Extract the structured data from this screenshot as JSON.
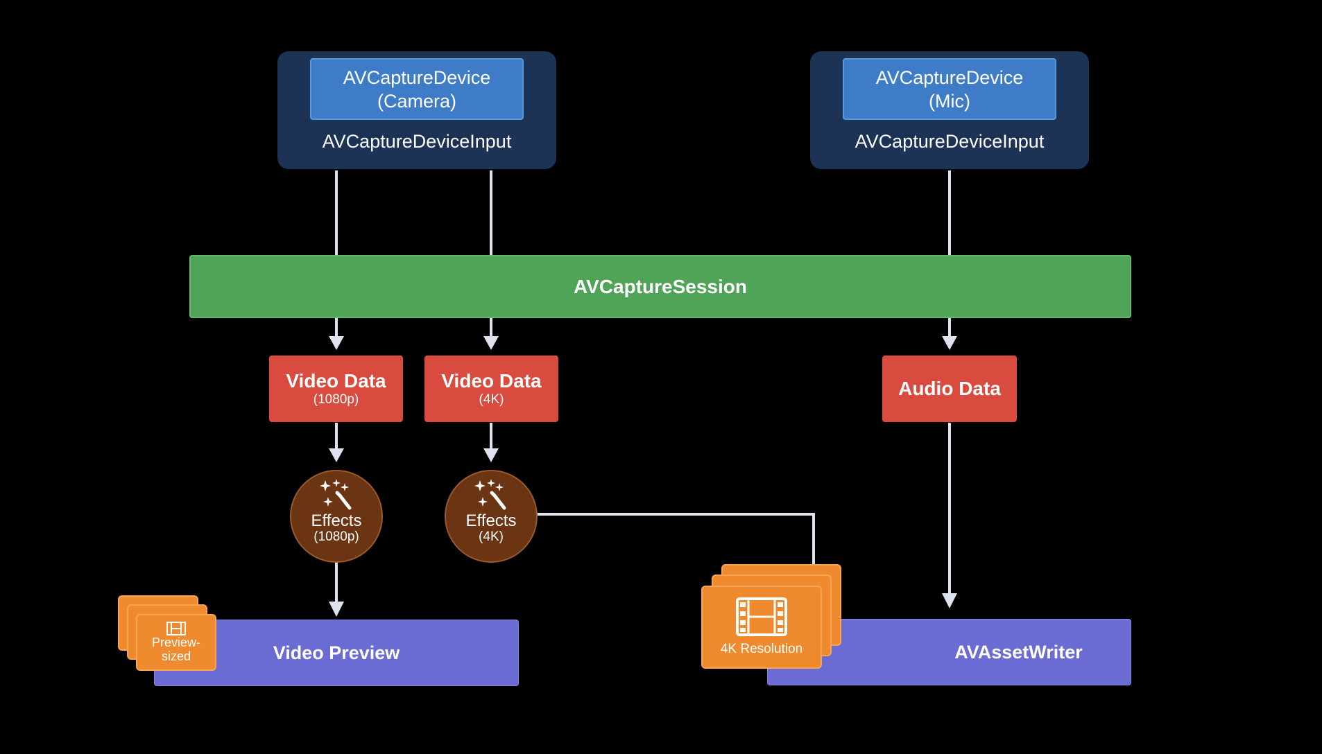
{
  "inputs": {
    "camera": {
      "device_line1": "AVCaptureDevice",
      "device_line2": "(Camera)",
      "input_label": "AVCaptureDeviceInput"
    },
    "mic": {
      "device_line1": "AVCaptureDevice",
      "device_line2": "(Mic)",
      "input_label": "AVCaptureDeviceInput"
    }
  },
  "session": {
    "label": "AVCaptureSession"
  },
  "outputs": {
    "video_1080": {
      "title": "Video Data",
      "subtitle": "(1080p)"
    },
    "video_4k": {
      "title": "Video Data",
      "subtitle": "(4K)"
    },
    "audio": {
      "title": "Audio Data"
    }
  },
  "effects": {
    "e1080": {
      "title": "Effects",
      "subtitle": "(1080p)"
    },
    "e4k": {
      "title": "Effects",
      "subtitle": "(4K)"
    }
  },
  "sinks": {
    "preview": {
      "label": "Video Preview",
      "card_line1": "Preview-",
      "card_line2": "sized"
    },
    "writer": {
      "label": "AVAssetWriter",
      "card_label": "4K Resolution"
    }
  },
  "colors": {
    "input_bg": "#1c3355",
    "device": "#3f7cc8",
    "session": "#4fa457",
    "data": "#d84b3e",
    "effects": "#6b3412",
    "sink": "#6a6bd3",
    "card": "#ef8a2e",
    "arrow": "#dde3ee"
  },
  "icons": [
    "magic-wand-icon",
    "film-icon"
  ]
}
